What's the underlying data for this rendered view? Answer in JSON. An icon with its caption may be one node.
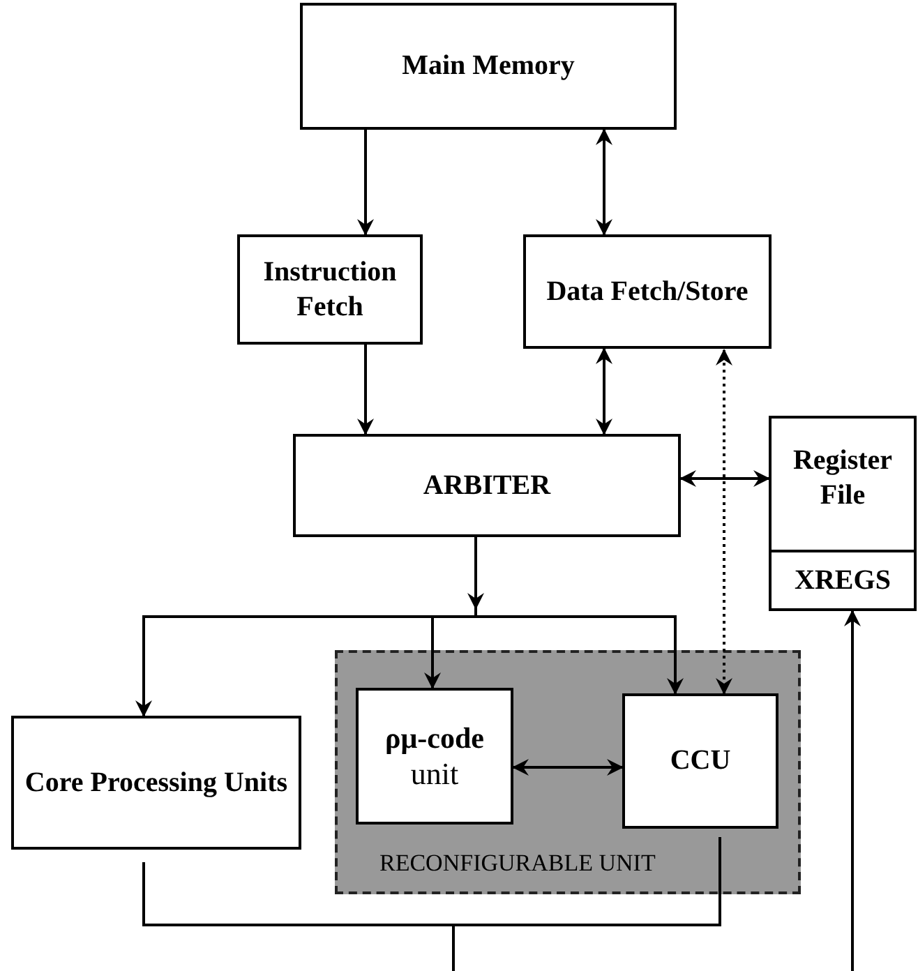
{
  "diagram": {
    "nodes": [
      {
        "text": [
          "Main Memory"
        ]
      },
      {
        "text": [
          "Instruction Fetch"
        ]
      },
      {
        "text": [
          "Data Fetch/Store"
        ]
      },
      {
        "text": [
          "ARBITER"
        ]
      },
      {
        "text": [
          "Register File"
        ]
      },
      {
        "text": [
          "XREGS"
        ]
      },
      {
        "text": [
          "Core Processing Units"
        ]
      },
      {
        "text": [
          "RECONFIGURABLE UNIT"
        ]
      },
      {
        "text": [
          "**ρμ-code** unit"
        ],
        "in": 7
      },
      {
        "text": [
          "CCU"
        ],
        "in": 7
      }
    ],
    "edges": [
      {
        "from": 0,
        "to": 1,
        "arrow": "to"
      },
      {
        "from": 0,
        "to": 2,
        "arrow": "both"
      },
      {
        "from": 1,
        "to": 3,
        "arrow": "to"
      },
      {
        "from": 2,
        "to": 3,
        "arrow": "both"
      },
      {
        "from": 3,
        "to": 4,
        "arrow": "both"
      },
      {
        "from": 9,
        "to": 2,
        "arrow": "both",
        "style": "dashed"
      },
      {
        "from": 3,
        "to": 6,
        "arrow": "to"
      },
      {
        "from": 3,
        "to": 8,
        "arrow": "to"
      },
      {
        "from": 3,
        "to": 9,
        "arrow": "to"
      },
      {
        "from": 8,
        "to": 9,
        "arrow": "both"
      },
      {
        "from": 6,
        "to": null,
        "arrow": "none"
      },
      {
        "from": 9,
        "to": null,
        "arrow": "none"
      },
      {
        "from": null,
        "to": 5,
        "arrow": "to"
      }
    ]
  }
}
